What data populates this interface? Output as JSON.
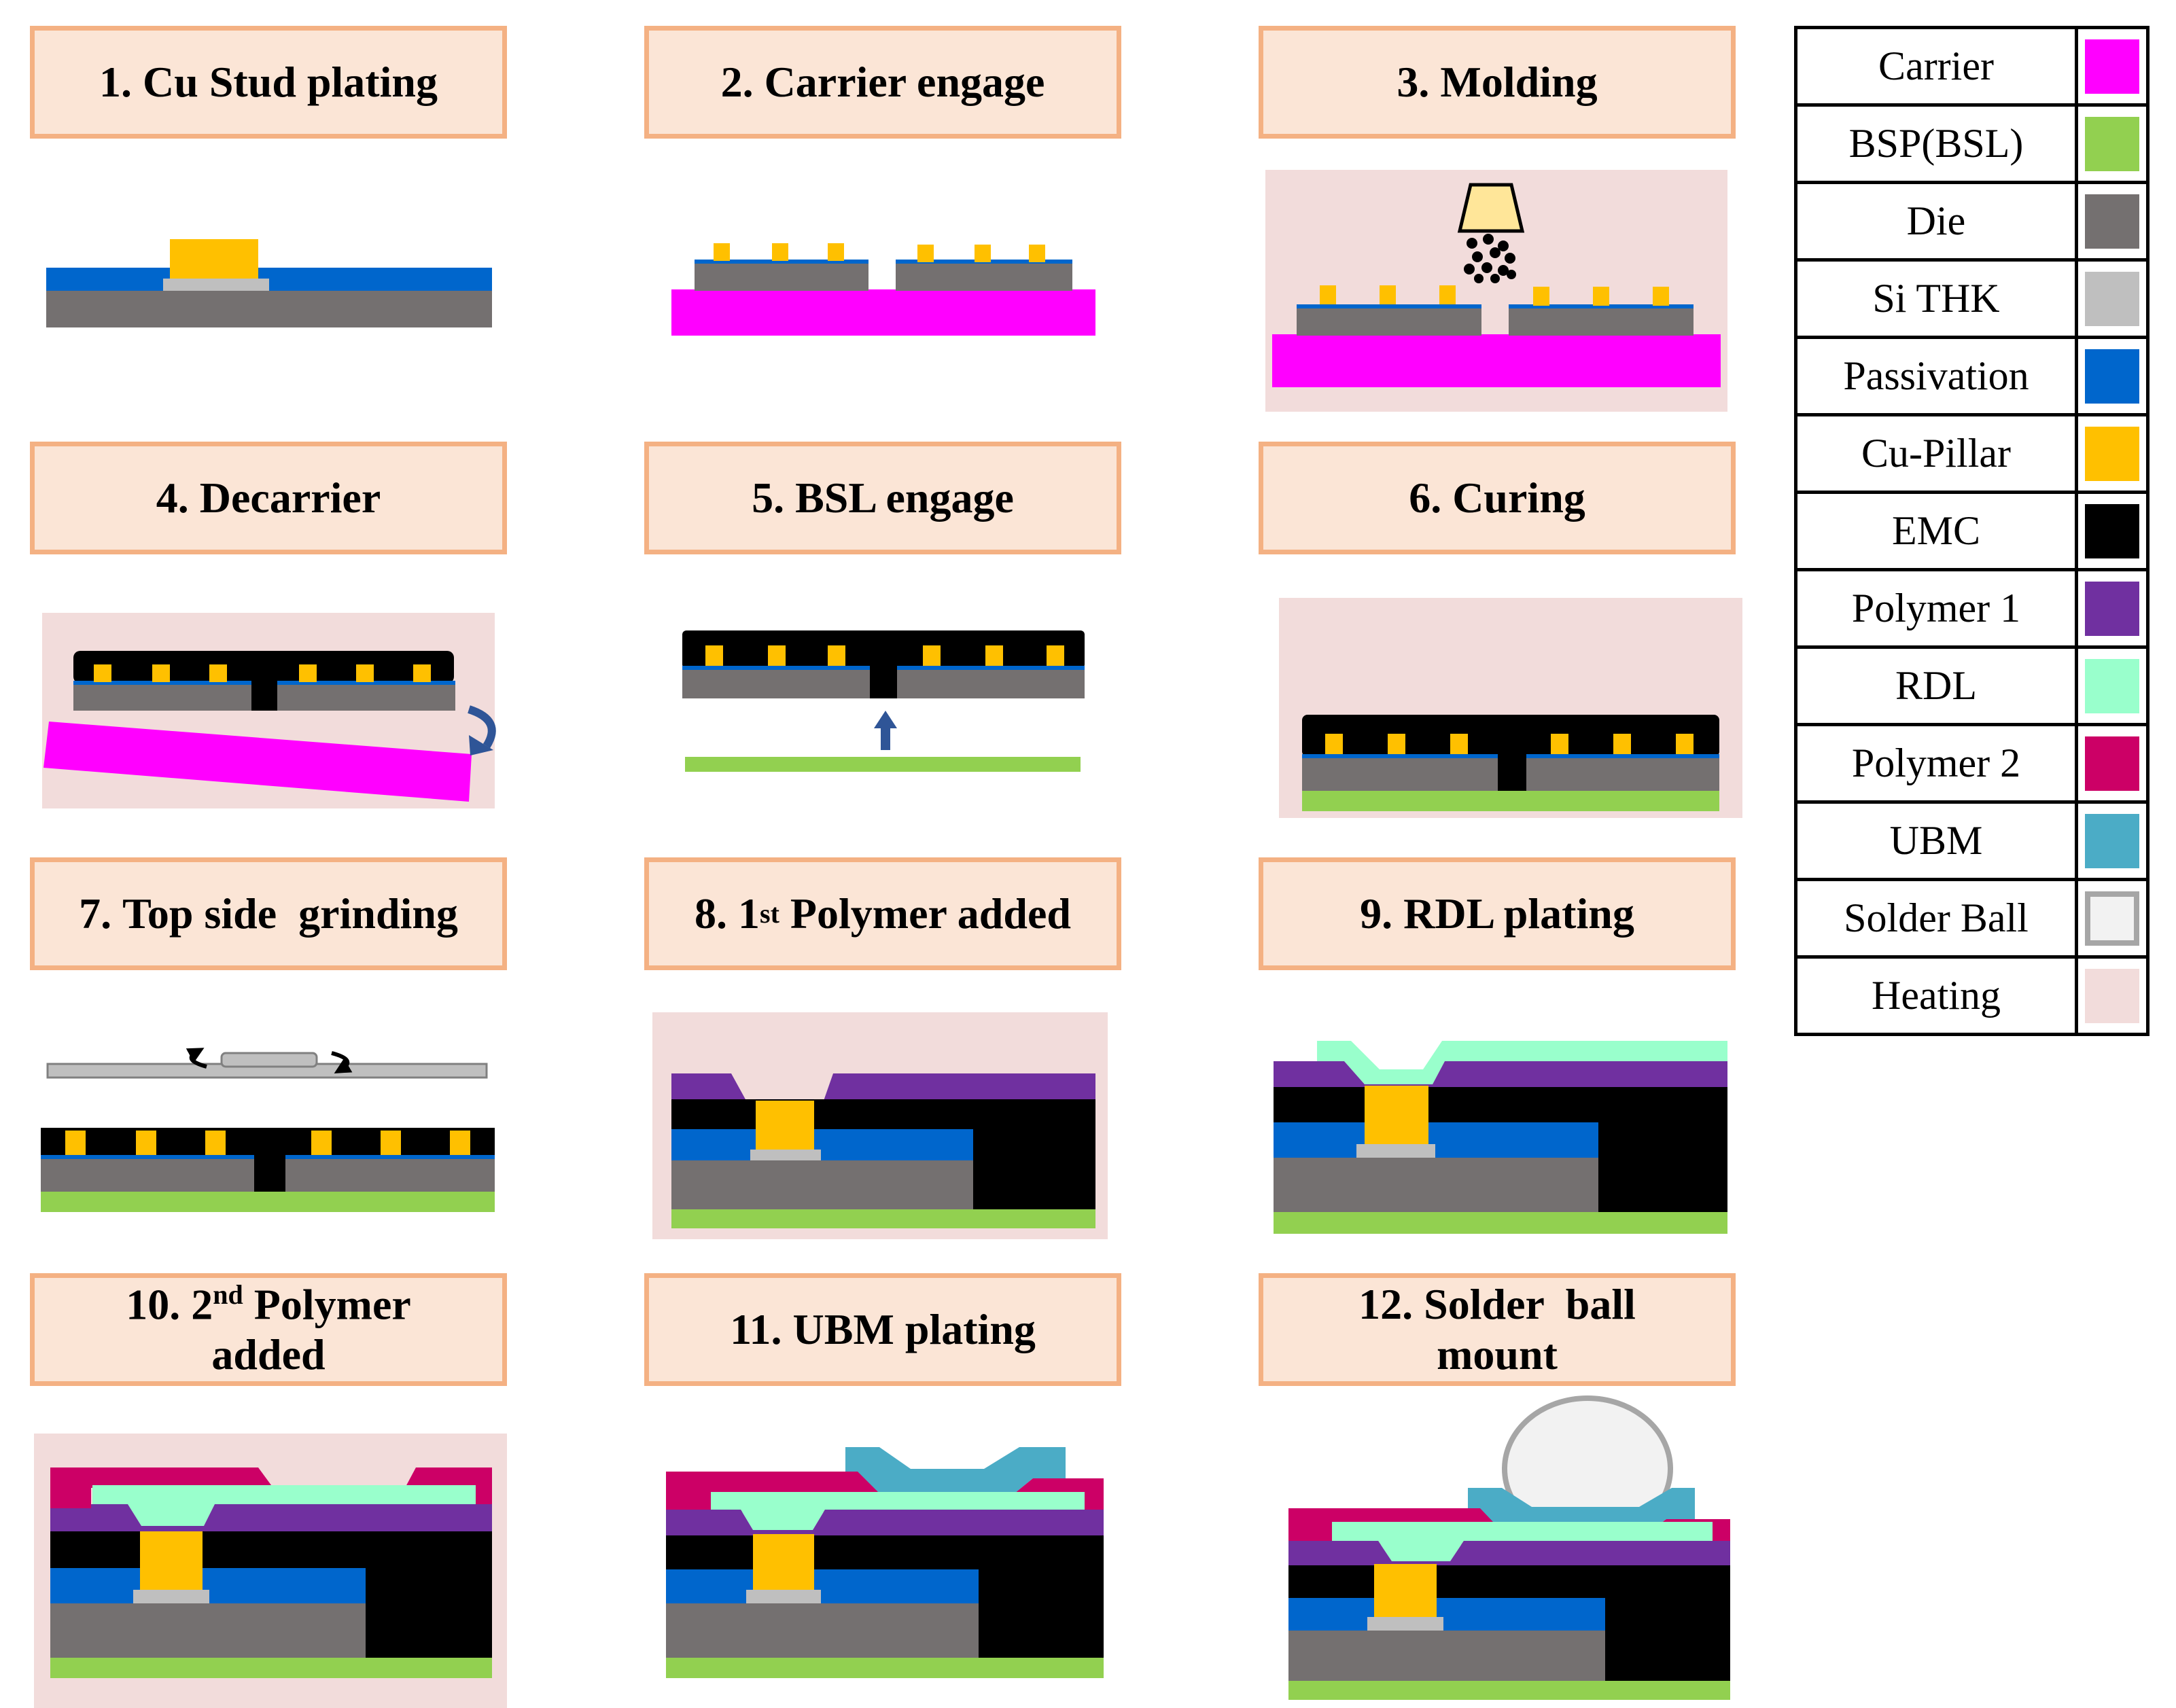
{
  "steps": [
    {
      "num": "1.",
      "label": "Cu Stud plating"
    },
    {
      "num": "2.",
      "label": "Carrier engage"
    },
    {
      "num": "3.",
      "label": "Molding"
    },
    {
      "num": "4.",
      "label": "Decarrier"
    },
    {
      "num": "5.",
      "label": "BSL engage"
    },
    {
      "num": "6.",
      "label": "Curing"
    },
    {
      "num": "7.",
      "label": "Top side  grinding"
    },
    {
      "num": "8.",
      "ordinal": "1",
      "ordinal_suffix": "st",
      "label": "Polymer added"
    },
    {
      "num": "9.",
      "label": "RDL plating"
    },
    {
      "num": "10.",
      "ordinal": "2",
      "ordinal_suffix": "nd",
      "label": "Polymer",
      "label2": "added"
    },
    {
      "num": "11.",
      "label": "UBM plating"
    },
    {
      "num": "12.",
      "label": "Solder  ball",
      "label2": "mount"
    }
  ],
  "legend": [
    {
      "name": "Carrier",
      "color": "#ff00ff"
    },
    {
      "name": "BSP(BSL)",
      "color": "#92d050"
    },
    {
      "name": "Die",
      "color": "#747070"
    },
    {
      "name": "Si THK",
      "color": "#bfbfbf"
    },
    {
      "name": "Passivation",
      "color": "#0066cc"
    },
    {
      "name": "Cu-Pillar",
      "color": "#ffc000"
    },
    {
      "name": "EMC",
      "color": "#000000"
    },
    {
      "name": "Polymer 1",
      "color": "#7030a0"
    },
    {
      "name": "RDL",
      "color": "#99ffcc"
    },
    {
      "name": "Polymer 2",
      "color": "#cc0066"
    },
    {
      "name": "UBM",
      "color": "#4bacc6"
    },
    {
      "name": "Solder Ball",
      "color": "#f2f2f2",
      "border": "#a6a6a6"
    },
    {
      "name": "Heating",
      "color": "#f2dcdb"
    }
  ]
}
